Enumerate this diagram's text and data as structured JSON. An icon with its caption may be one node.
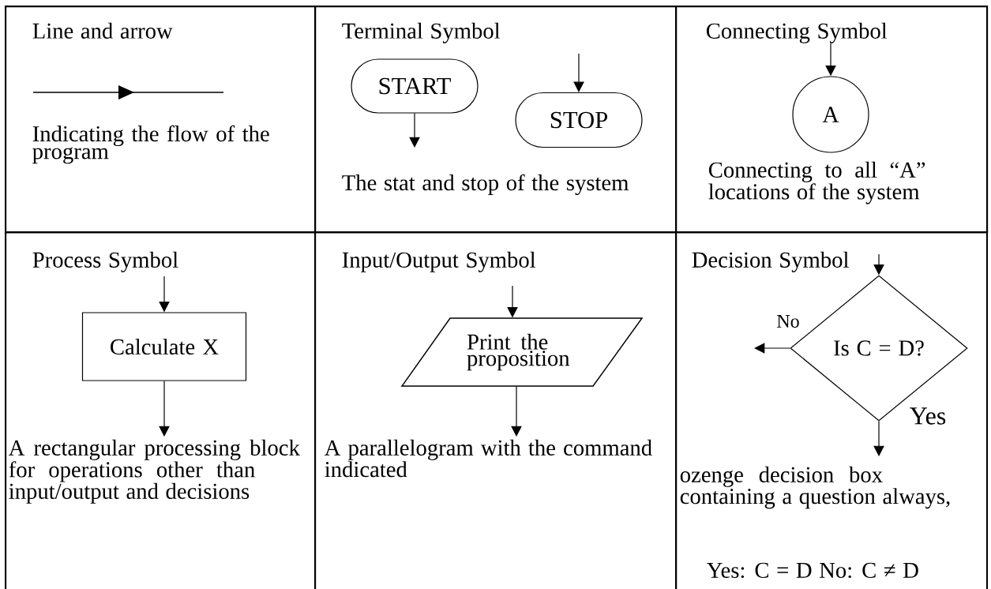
{
  "diagram": {
    "nodes": [
      {
        "text": [
          "Line and arrow",
          "Indicating the flow of the program"
        ]
      },
      {
        "text": [
          "Terminal Symbol",
          "The stat and stop of the system"
        ]
      },
      {
        "text": [
          "START"
        ],
        "in": 1
      },
      {
        "text": [
          "STOP"
        ],
        "in": 1
      },
      {
        "text": [
          "Connecting Symbol",
          "Connecting to all “A” locations of the system"
        ]
      },
      {
        "text": [
          "A"
        ],
        "in": 4
      },
      {
        "text": [
          "Process Symbol",
          "A rectangular processing block for operations other than input/output and decisions"
        ]
      },
      {
        "text": [
          "Calculate X"
        ],
        "in": 6
      },
      {
        "text": [
          "Input/Output Symbol",
          "A parallelogram with the command indicated"
        ]
      },
      {
        "text": [
          "Print the proposition"
        ],
        "in": 8
      },
      {
        "text": [
          "Decision Symbol",
          "ozenge decision box containing a question always,",
          "Yes: C = D No: C ≠ D"
        ]
      },
      {
        "text": [
          "Is C = D?"
        ],
        "in": 10
      }
    ],
    "edges": [
      {
        "from": 2,
        "to": null,
        "arrow": "to"
      },
      {
        "from": null,
        "to": 3,
        "arrow": "to"
      },
      {
        "from": null,
        "to": 5,
        "arrow": "to"
      },
      {
        "from": null,
        "to": 7,
        "arrow": "to"
      },
      {
        "from": 7,
        "to": null,
        "arrow": "to"
      },
      {
        "from": null,
        "to": 9,
        "arrow": "to"
      },
      {
        "from": 9,
        "to": null,
        "arrow": "to"
      },
      {
        "from": null,
        "to": 11,
        "arrow": "to"
      },
      {
        "from": 11,
        "to": null,
        "arrow": "to",
        "label": "No"
      },
      {
        "from": 11,
        "to": null,
        "arrow": "to",
        "label": "Yes"
      }
    ]
  }
}
